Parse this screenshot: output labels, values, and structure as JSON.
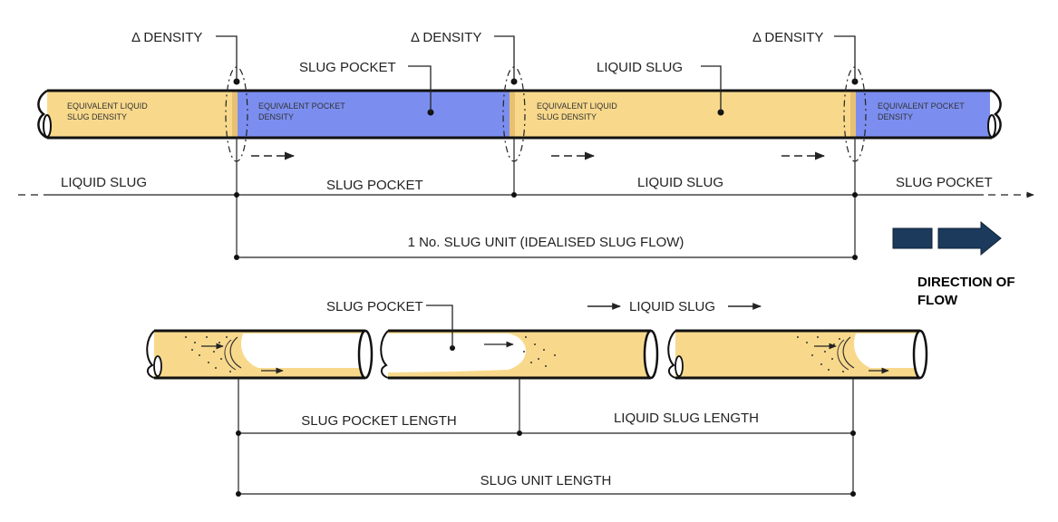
{
  "top_callouts": {
    "density_1": "Δ DENSITY",
    "density_2": "Δ DENSITY",
    "density_3": "Δ DENSITY",
    "slug_pocket": "SLUG POCKET",
    "liquid_slug": "LIQUID SLUG"
  },
  "top_pipe": {
    "seg1_line1": "EQUIVALENT LIQUID",
    "seg1_line2": "SLUG DENSITY",
    "seg2_line1": "EQUIVALENT POCKET",
    "seg2_line2": "DENSITY",
    "seg3_line1": "EQUIVALENT LIQUID",
    "seg3_line2": "SLUG DENSITY",
    "seg4_line1": "EQUIVALENT POCKET",
    "seg4_line2": "DENSITY"
  },
  "flow_axis": {
    "labels": [
      "LIQUID SLUG",
      "SLUG POCKET",
      "LIQUID SLUG",
      "SLUG POCKET"
    ]
  },
  "slug_unit_label": "1 No. SLUG UNIT (IDEALISED SLUG FLOW)",
  "direction": {
    "line1": "DIRECTION OF",
    "line2": "FLOW"
  },
  "bottom": {
    "slug_pocket_callout": "SLUG POCKET",
    "liquid_slug_callout": "LIQUID SLUG",
    "pocket_length": "SLUG POCKET LENGTH",
    "liquid_length": "LIQUID SLUG LENGTH",
    "unit_length": "SLUG UNIT LENGTH"
  },
  "colors": {
    "liquid": "#f8d98c",
    "pocket": "#7b8ef0",
    "arrow": "#1b3a5c"
  }
}
